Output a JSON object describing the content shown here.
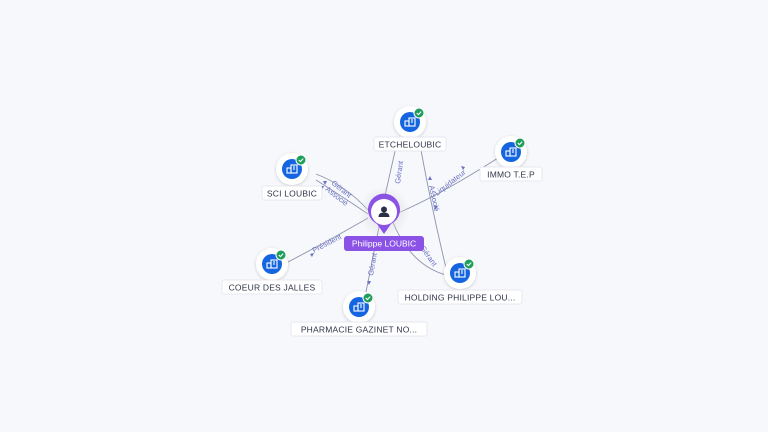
{
  "colors": {
    "company_icon": "#1565e0",
    "check_badge": "#1e9e5a",
    "person_primary": "#8b52e6",
    "edge": "#8e93ad",
    "edge_label": "#6a72c4"
  },
  "person": {
    "name": "Philippe LOUBIC",
    "icon": "user-icon"
  },
  "companies": [
    {
      "id": "etcheloubic",
      "name": "ETCHELOUBIC",
      "icon": "building-icon",
      "badge": "check-icon"
    },
    {
      "id": "immo",
      "name": "IMMO T.E.P",
      "icon": "building-icon",
      "badge": "check-icon"
    },
    {
      "id": "sci",
      "name": "SCI LOUBIC",
      "icon": "building-icon",
      "badge": "check-icon"
    },
    {
      "id": "coeur",
      "name": "COEUR DES JALLES",
      "icon": "building-icon",
      "badge": "check-icon"
    },
    {
      "id": "holding",
      "name": "HOLDING PHILIPPE LOU...",
      "icon": "building-icon",
      "badge": "check-icon"
    },
    {
      "id": "pharmacie",
      "name": "PHARMACIE GAZINET NO...",
      "icon": "building-icon",
      "badge": "check-icon"
    }
  ],
  "relations": [
    {
      "target": "etcheloubic",
      "label": "Gérant"
    },
    {
      "target": "immo",
      "label": "Liquidateur"
    },
    {
      "target": "sci",
      "label": "Gérant"
    },
    {
      "target": "sci",
      "label": "Associé"
    },
    {
      "target": "coeur",
      "label": "Président"
    },
    {
      "target": "holding",
      "label": "Associé"
    },
    {
      "target": "holding",
      "label": "Gérant"
    },
    {
      "target": "pharmacie",
      "label": "Gérant"
    }
  ]
}
